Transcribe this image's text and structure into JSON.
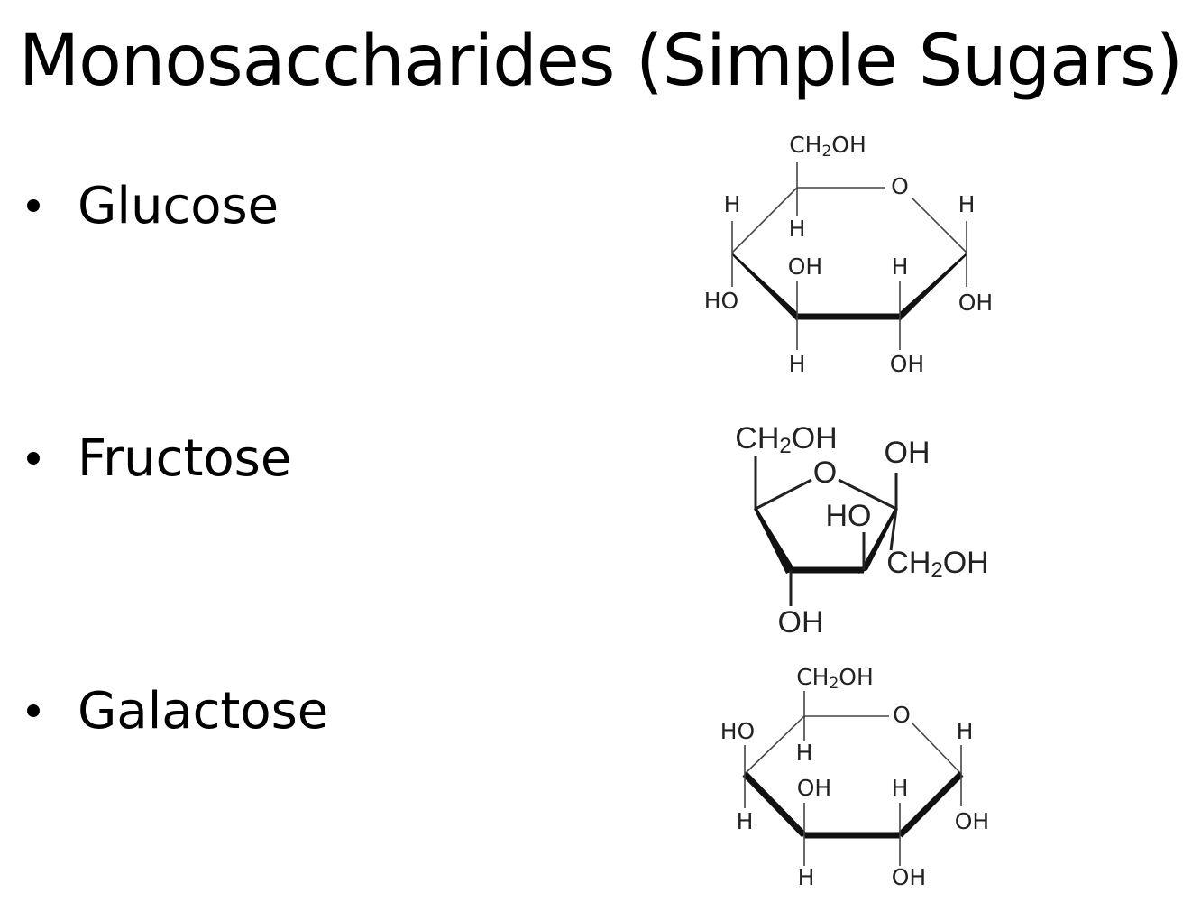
{
  "slide": {
    "title": "Monosaccharides (Simple Sugars)",
    "bullets": [
      {
        "label": "Glucose"
      },
      {
        "label": "Fructose"
      },
      {
        "label": "Galactose"
      }
    ]
  },
  "structures": {
    "glucose": {
      "ch2oh_main": "CH",
      "ch2oh_sub": "2",
      "ch2oh_tail": "OH",
      "ring_o": "O",
      "c1_up": "H",
      "c1_down": "OH",
      "c2_up": "H",
      "c2_down": "OH",
      "c3_up": "OH",
      "c3_down": "H",
      "c4_up": "H",
      "c4_down": "HO",
      "c5_h": "H"
    },
    "fructose": {
      "ch2oh_top_main": "CH",
      "ch2oh_top_sub": "2",
      "ch2oh_top_tail": "OH",
      "ring_o": "O",
      "c2_up": "OH",
      "c2_down_main": "CH",
      "c2_down_sub": "2",
      "c2_down_tail": "OH",
      "c3_up": "HO",
      "c4_down": "OH"
    },
    "galactose": {
      "ch2oh_main": "CH",
      "ch2oh_sub": "2",
      "ch2oh_tail": "OH",
      "ring_o": "O",
      "c1_up": "H",
      "c1_down": "OH",
      "c2_up": "H",
      "c2_down": "OH",
      "c3_up": "OH",
      "c3_down": "H",
      "c4_up": "HO",
      "c4_down": "H",
      "c5_h": "H"
    }
  }
}
